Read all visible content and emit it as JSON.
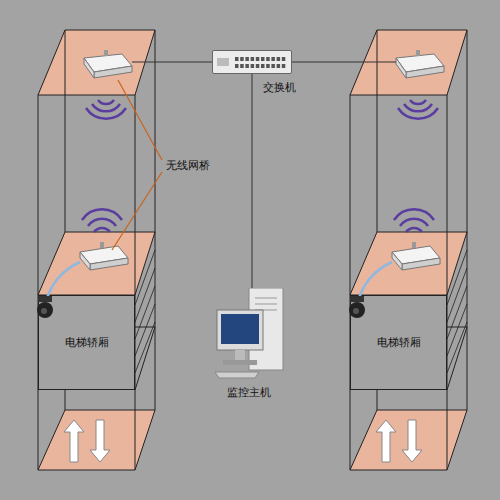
{
  "diagram": {
    "nodes": [
      {
        "text": [
          "交换机"
        ]
      },
      {
        "text": [
          "电梯轿厢"
        ]
      },
      {
        "text": [
          "电梯轿厢"
        ]
      },
      {
        "text": [
          "监控主机"
        ]
      }
    ],
    "edges": [
      {
        "from": 0,
        "to": 3,
        "arrow": "none"
      }
    ],
    "labels": [
      "无线网桥"
    ]
  }
}
